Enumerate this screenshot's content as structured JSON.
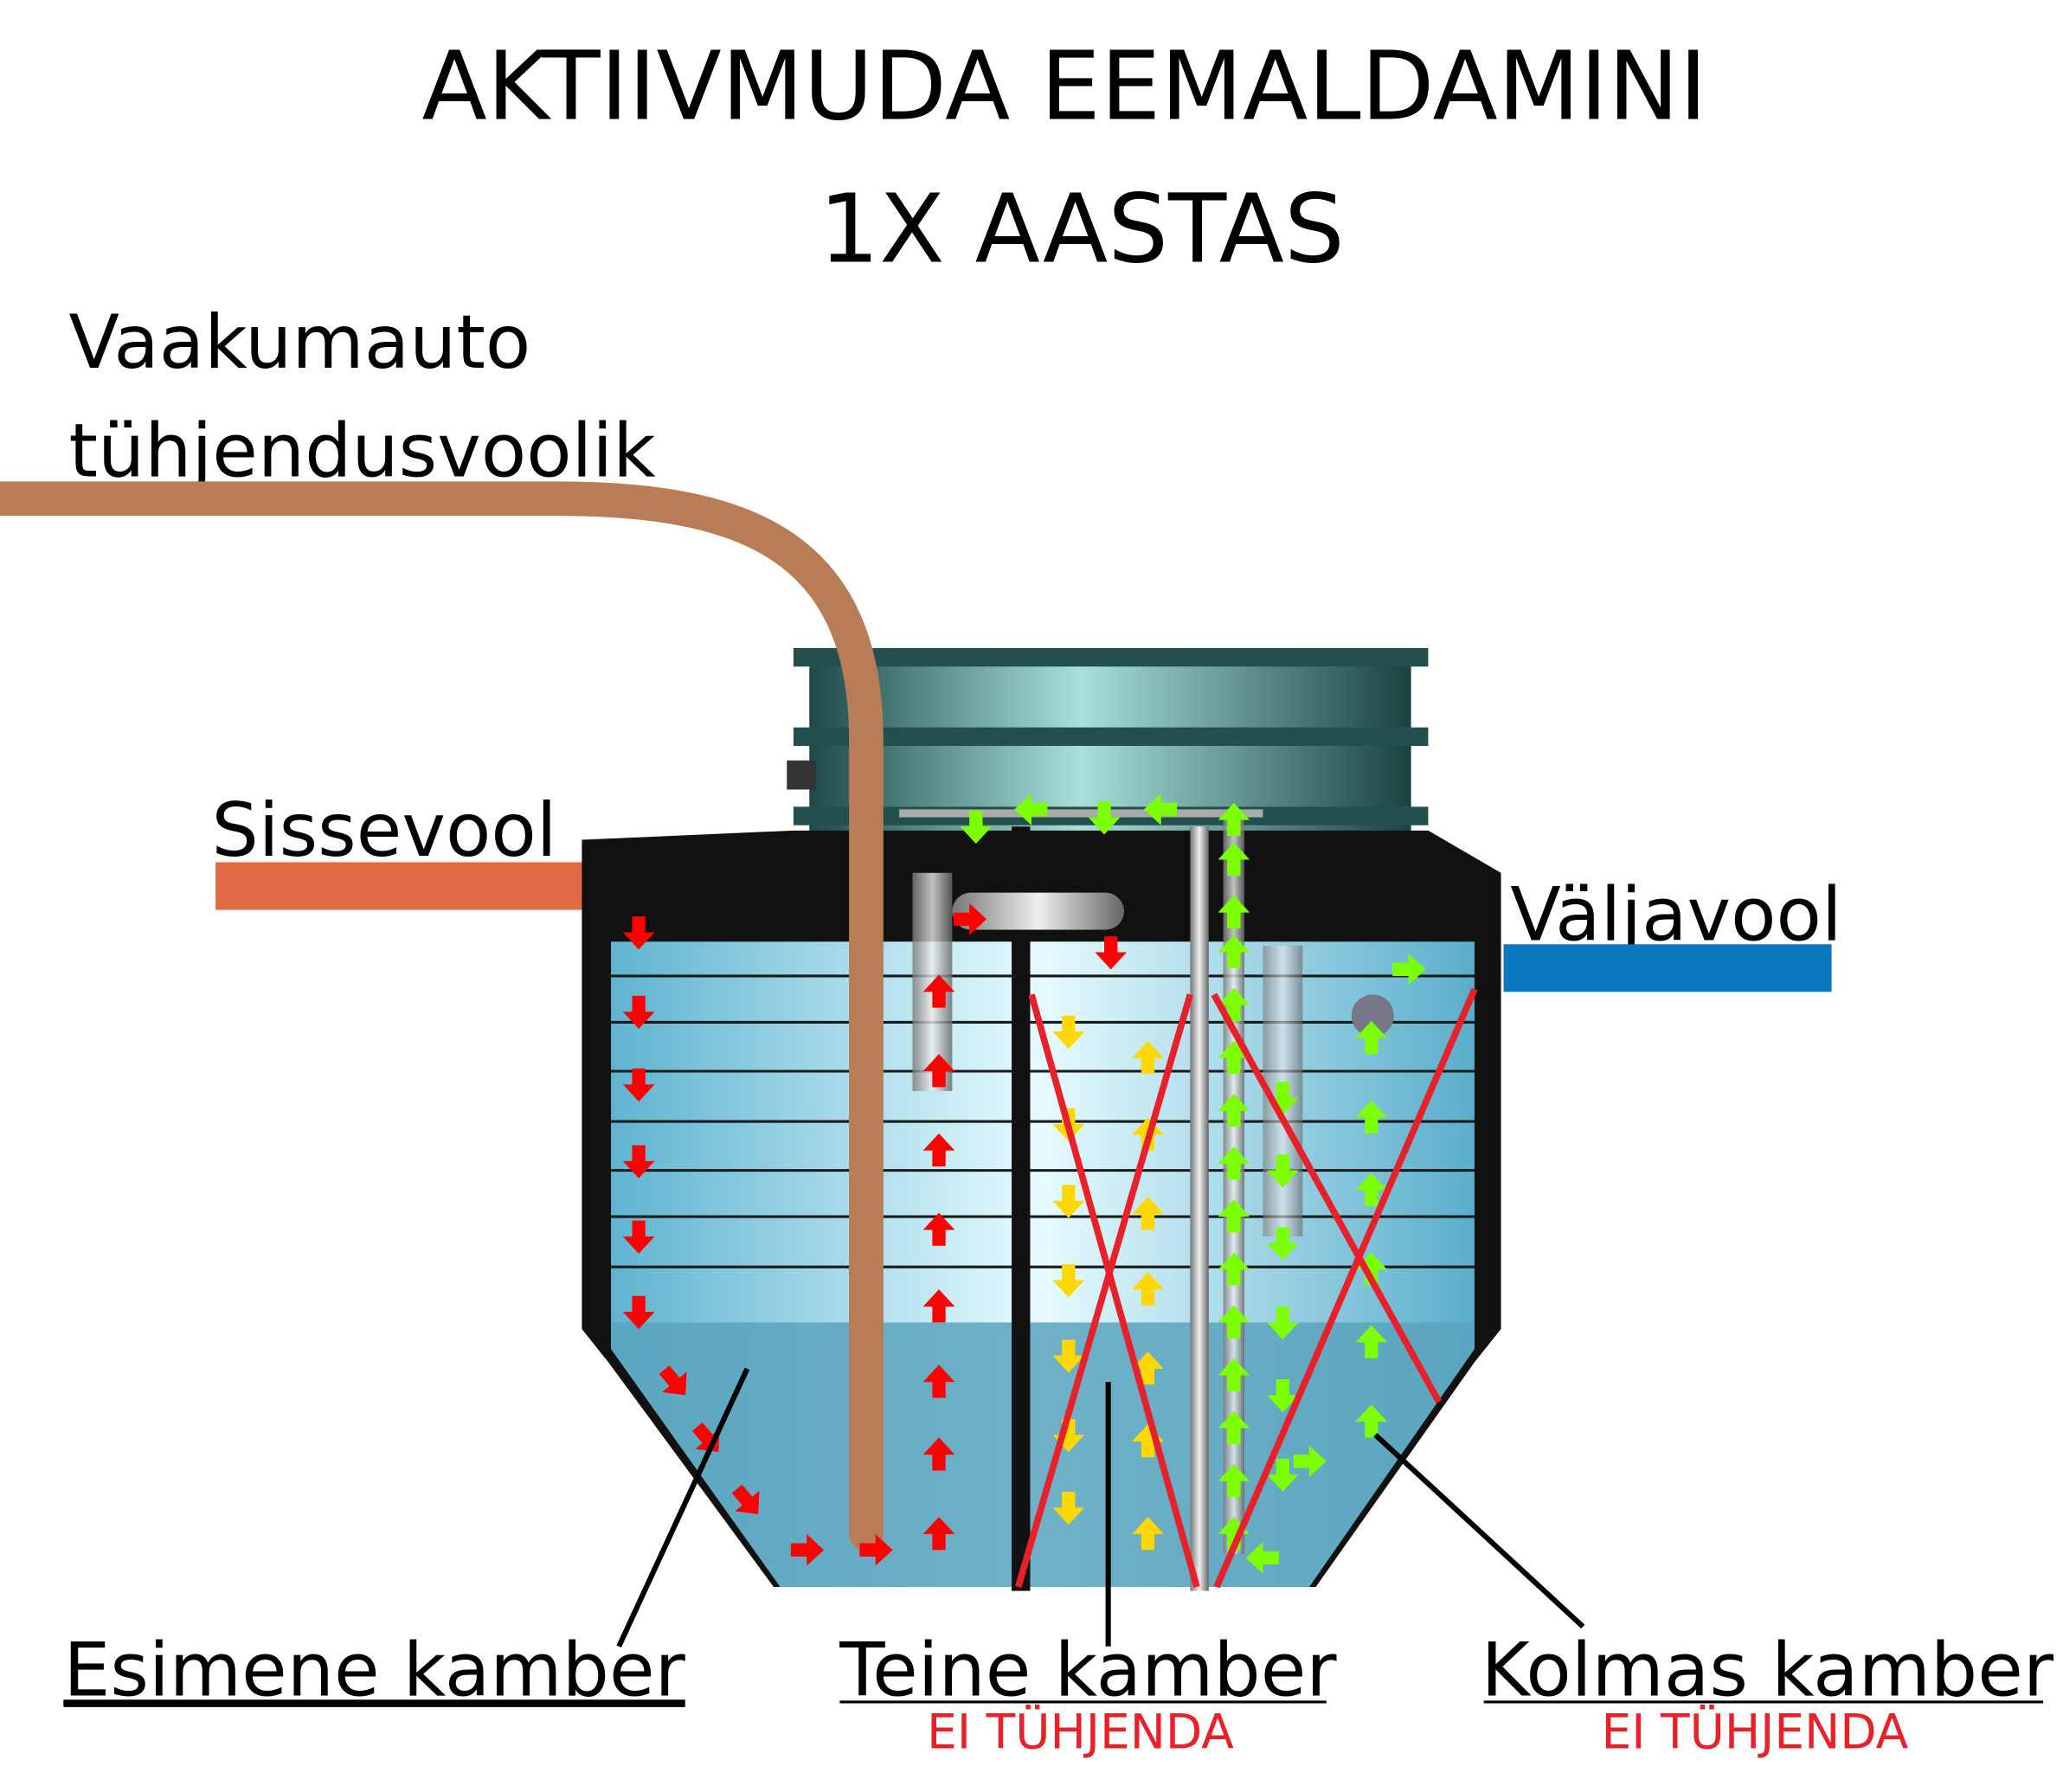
{
  "title": {
    "line1": "AKTIIVMUDA EEMALDAMINI",
    "line2": "1X AASTAS"
  },
  "hose_label": {
    "line1": "Vaakumauto",
    "line2": "tühjendusvoolik"
  },
  "inflow_label": "Sissevool",
  "outflow_label": "Väljavool",
  "chambers": [
    {
      "label": "Esimene kamber",
      "note": ""
    },
    {
      "label": "Teine kamber",
      "note": "EI TÜHJENDA"
    },
    {
      "label": "Kolmas kamber",
      "note": "EI TÜHJENDA"
    }
  ],
  "colors": {
    "hose": "#b87c56",
    "inflow": "#e06a44",
    "outflow": "#0a78c0",
    "cross": "#e8202a",
    "arrow_first": "#ff0000",
    "arrow_second": "#ffd800",
    "arrow_third": "#7cff00"
  }
}
